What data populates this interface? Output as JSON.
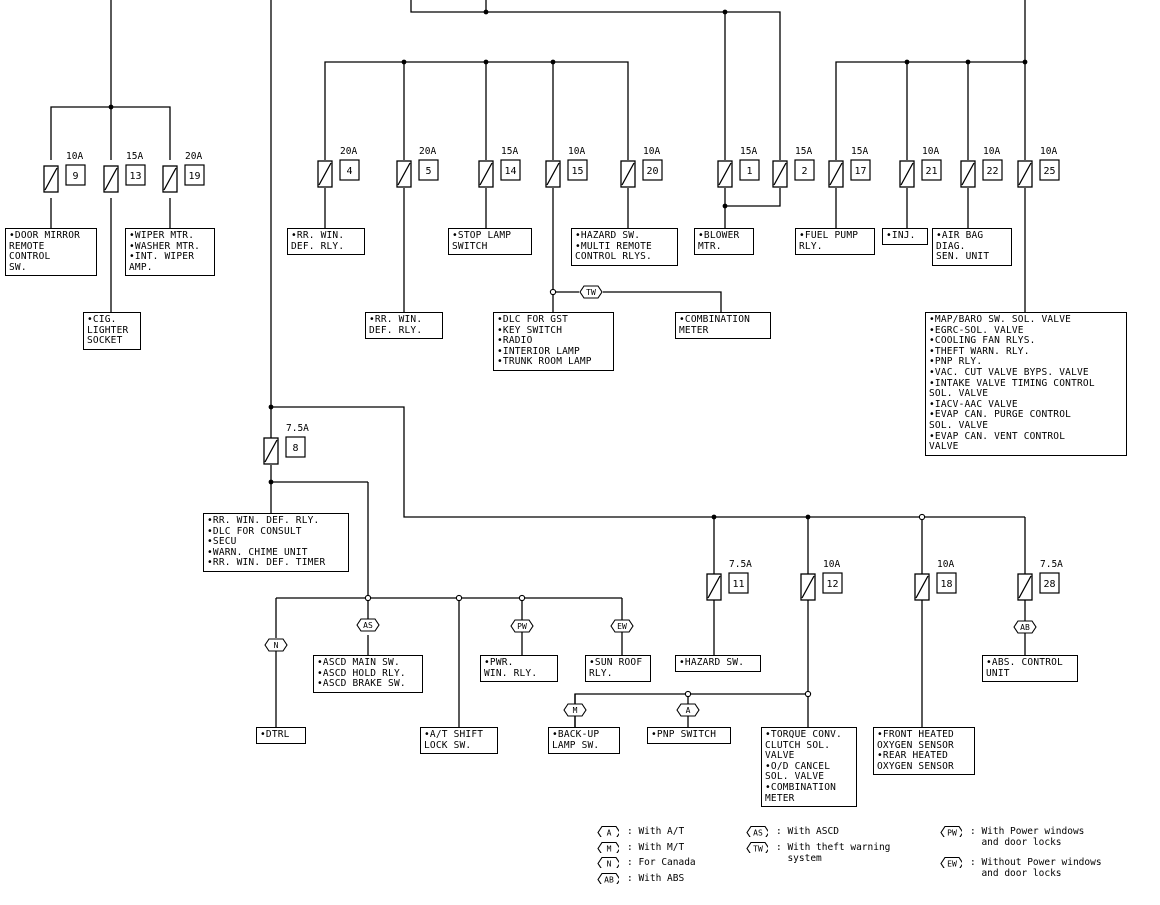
{
  "fuses": [
    {
      "id": "fuse-9",
      "amp": "10A",
      "num": "9"
    },
    {
      "id": "fuse-13",
      "amp": "15A",
      "num": "13"
    },
    {
      "id": "fuse-19",
      "amp": "20A",
      "num": "19"
    },
    {
      "id": "fuse-4",
      "amp": "20A",
      "num": "4"
    },
    {
      "id": "fuse-5",
      "amp": "20A",
      "num": "5"
    },
    {
      "id": "fuse-14",
      "amp": "15A",
      "num": "14"
    },
    {
      "id": "fuse-15",
      "amp": "10A",
      "num": "15"
    },
    {
      "id": "fuse-20",
      "amp": "10A",
      "num": "20"
    },
    {
      "id": "fuse-1",
      "amp": "15A",
      "num": "1"
    },
    {
      "id": "fuse-2",
      "amp": "15A",
      "num": "2"
    },
    {
      "id": "fuse-17",
      "amp": "15A",
      "num": "17"
    },
    {
      "id": "fuse-21",
      "amp": "10A",
      "num": "21"
    },
    {
      "id": "fuse-22",
      "amp": "10A",
      "num": "22"
    },
    {
      "id": "fuse-25",
      "amp": "10A",
      "num": "25"
    },
    {
      "id": "fuse-8",
      "amp": "7.5A",
      "num": "8"
    },
    {
      "id": "fuse-11",
      "amp": "7.5A",
      "num": "11"
    },
    {
      "id": "fuse-12",
      "amp": "10A",
      "num": "12"
    },
    {
      "id": "fuse-18",
      "amp": "10A",
      "num": "18"
    },
    {
      "id": "fuse-28",
      "amp": "7.5A",
      "num": "28"
    }
  ],
  "boxes": {
    "door_mirror": [
      "•DOOR MIRROR",
      "REMOTE",
      "CONTROL",
      "SW."
    ],
    "cig_lighter": [
      "•CIG.",
      "LIGHTER",
      "SOCKET"
    ],
    "wiper": [
      "•WIPER MTR.",
      "•WASHER MTR.",
      "•INT. WIPER",
      "AMP."
    ],
    "rr_win_def_4": [
      "•RR. WIN.",
      "DEF. RLY."
    ],
    "rr_win_def_5": [
      "•RR. WIN.",
      "DEF. RLY."
    ],
    "stop_lamp": [
      "•STOP LAMP",
      "SWITCH"
    ],
    "dlc_group": [
      "•DLC FOR GST",
      "•KEY SWITCH",
      "•RADIO",
      "•INTERIOR LAMP",
      "•TRUNK ROOM LAMP"
    ],
    "hazard_multi": [
      "•HAZARD SW.",
      "•MULTI REMOTE",
      "CONTROL RLYS."
    ],
    "combination_meter_tw": [
      "•COMBINATION",
      "METER"
    ],
    "blower": [
      "•BLOWER",
      "MTR."
    ],
    "fuel_pump": [
      "•FUEL PUMP",
      "RLY."
    ],
    "inj": [
      "•INJ."
    ],
    "air_bag": [
      "•AIR BAG",
      "DIAG.",
      "SEN. UNIT"
    ],
    "engine_group": [
      "•MAP/BARO SW. SOL. VALVE",
      "•EGRC-SOL. VALVE",
      "•COOLING FAN RLYS.",
      "•THEFT WARN. RLY.",
      "•PNP RLY.",
      "•VAC. CUT VALVE BYPS. VALVE",
      "•INTAKE VALVE TIMING CONTROL",
      "SOL. VALVE",
      "•IACV-AAC VALVE",
      "•EVAP CAN. PURGE CONTROL",
      "SOL. VALVE",
      "•EVAP CAN. VENT CONTROL",
      "VALVE"
    ],
    "fuse8_group": [
      "•RR. WIN. DEF. RLY.",
      "•DLC FOR CONSULT",
      "•SECU",
      "•WARN. CHIME UNIT",
      "•RR. WIN. DEF. TIMER"
    ],
    "dtrl": [
      "•DTRL"
    ],
    "ascd": [
      "•ASCD MAIN SW.",
      "•ASCD HOLD RLY.",
      "•ASCD BRAKE SW."
    ],
    "at_shift_lock": [
      "•A/T SHIFT",
      "LOCK SW."
    ],
    "pwr_win": [
      "•PWR.",
      "WIN. RLY."
    ],
    "sun_roof": [
      "•SUN ROOF",
      "RLY."
    ],
    "hazard_sw": [
      "•HAZARD SW."
    ],
    "back_up": [
      "•BACK-UP",
      "LAMP SW."
    ],
    "pnp_switch": [
      "•PNP SWITCH"
    ],
    "torque_group": [
      "•TORQUE CONV.",
      "CLUTCH SOL.",
      "VALVE",
      "•O/D CANCEL",
      "SOL. VALVE",
      "•COMBINATION",
      "METER"
    ],
    "oxygen": [
      "•FRONT HEATED",
      "OXYGEN SENSOR",
      "•REAR HEATED",
      "OXYGEN SENSOR"
    ],
    "abs_unit": [
      "•ABS. CONTROL",
      "UNIT"
    ]
  },
  "tags": {
    "TW": "TW",
    "N": "N",
    "AS": "AS",
    "PW": "PW",
    "EW": "EW",
    "M": "M",
    "A": "A",
    "AB": "AB"
  },
  "legend": [
    {
      "sym": "A",
      "text": ": With A/T"
    },
    {
      "sym": "M",
      "text": ": With M/T"
    },
    {
      "sym": "N",
      "text": ": For Canada"
    },
    {
      "sym": "AB",
      "text": ": With ABS"
    },
    {
      "sym": "AS",
      "text": ": With ASCD"
    },
    {
      "sym": "TW",
      "text": ": With theft warning\n  system"
    },
    {
      "sym": "PW",
      "text": ": With Power windows\n  and door locks"
    },
    {
      "sym": "EW",
      "text": ": Without Power windows\n  and door locks"
    }
  ]
}
